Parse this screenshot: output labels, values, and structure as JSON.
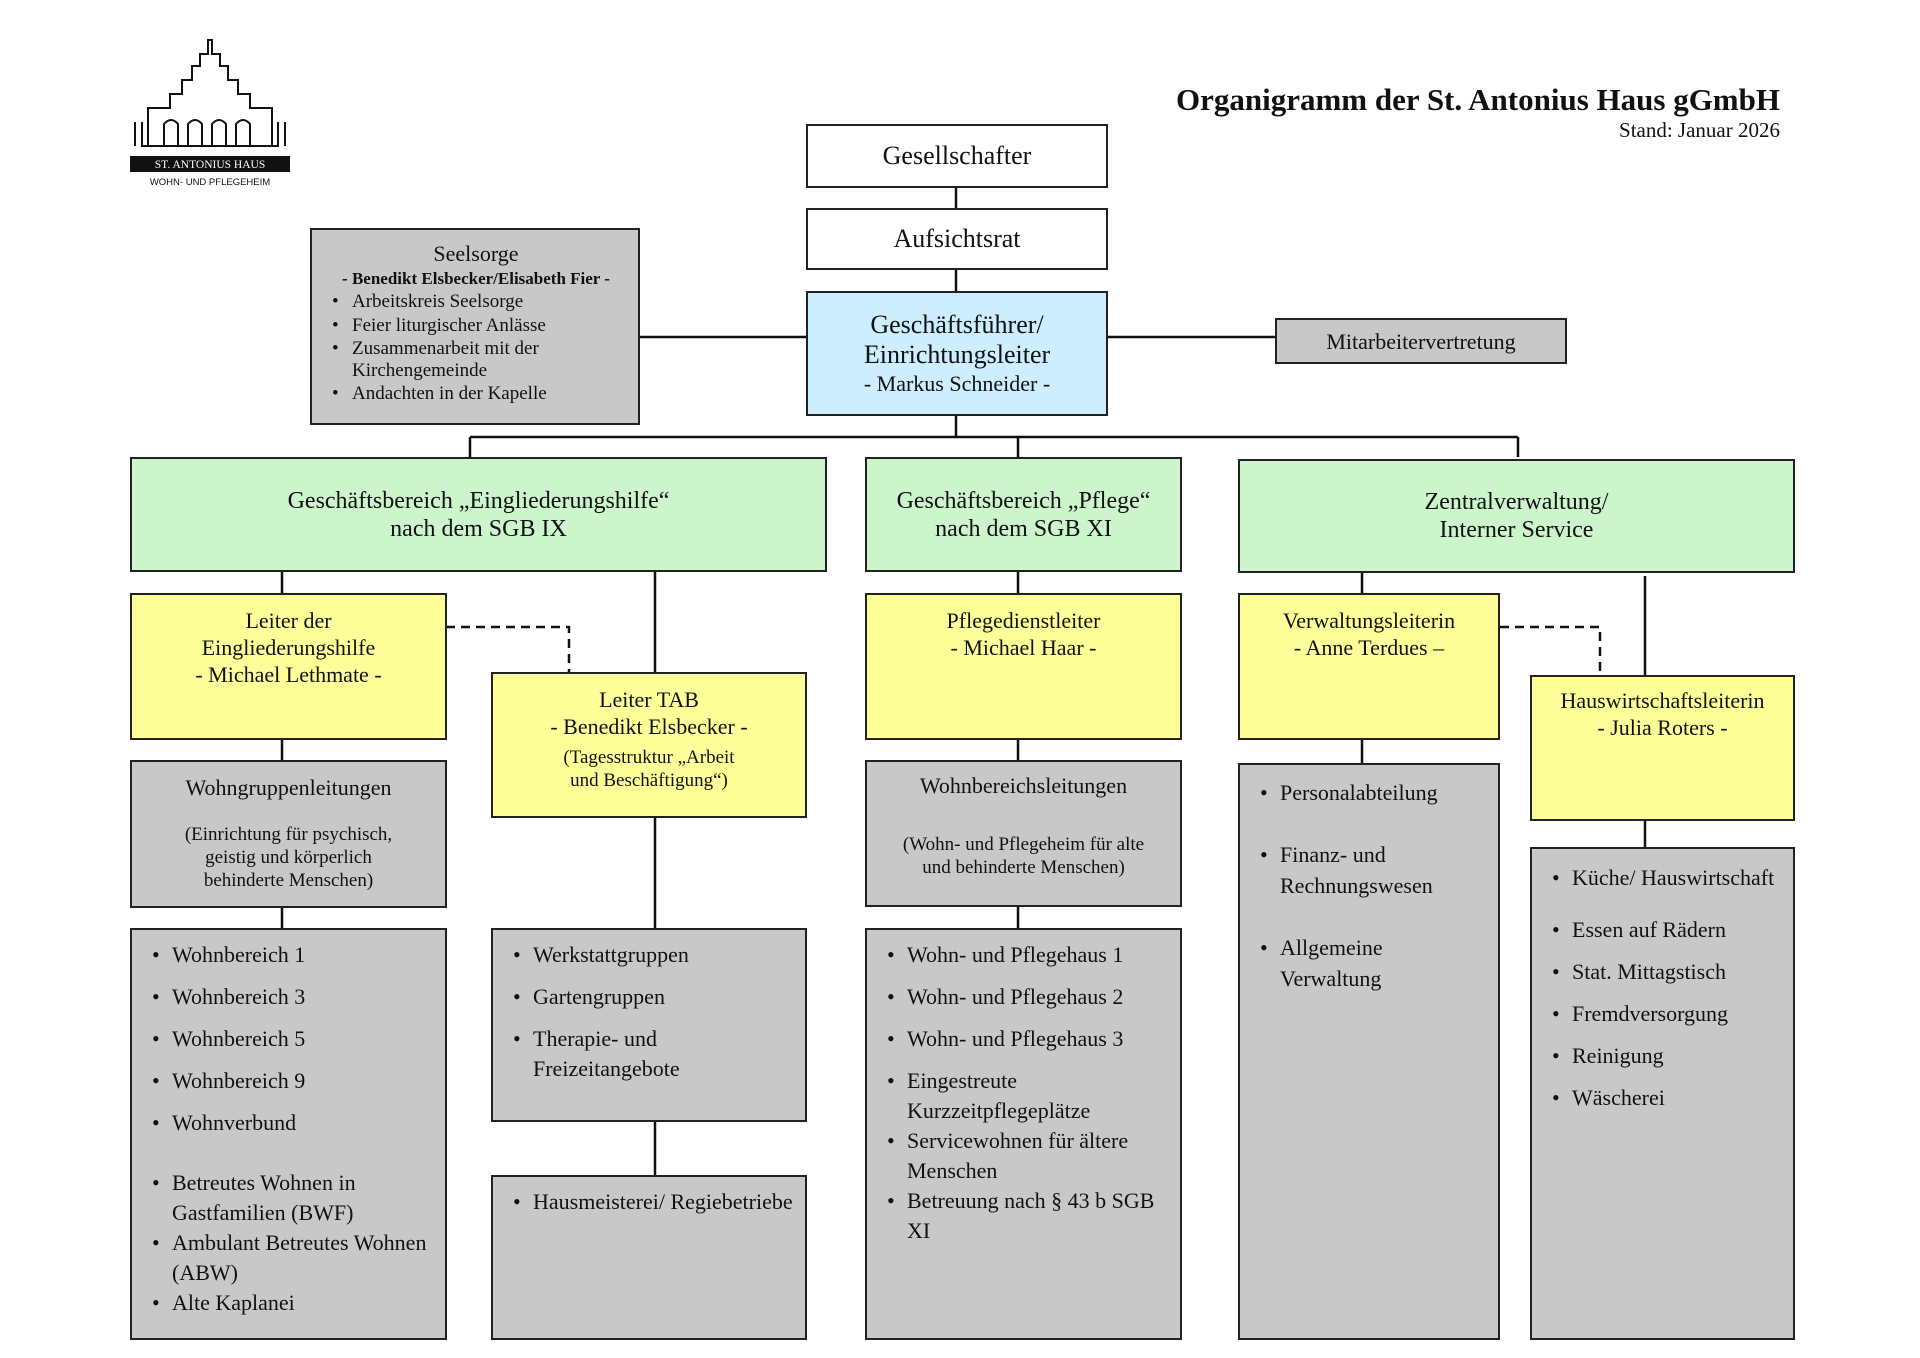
{
  "header": {
    "title": "Organigramm der St. Antonius Haus gGmbH",
    "date": "Stand: Januar 2026"
  },
  "logo": {
    "name": "ST. ANTONIUS HAUS",
    "subtitle": "WOHN- UND PFLEGEHEIM"
  },
  "gesellschafter": "Gesellschafter",
  "aufsichtsrat": "Aufsichtsrat",
  "geschaeftsfuehrer": {
    "line1": "Geschäftsführer/",
    "line2": "Einrichtungsleiter",
    "person": "- Markus Schneider -"
  },
  "mitarbeitervertretung": "Mitarbeitervertretung",
  "seelsorge": {
    "title": "Seelsorge",
    "persons": "- Benedikt Elsbecker/Elisabeth Fier -",
    "items": [
      "Arbeitskreis Seelsorge",
      "Feier liturgischer Anlässe",
      "Zusammenarbeit mit der Kirchengemeinde",
      "Andachten in der Kapelle"
    ]
  },
  "bereich_eingliederung": {
    "line1": "Geschäftsbereich „Eingliederungshilfe“",
    "line2": "nach dem SGB IX"
  },
  "bereich_pflege": {
    "line1": "Geschäftsbereich „Pflege“",
    "line2": "nach dem SGB XI"
  },
  "bereich_zentral": {
    "line1": "Zentralverwaltung/",
    "line2": "Interner Service"
  },
  "leiter_eingliederung": {
    "line1": "Leiter der",
    "line2": "Eingliederungshilfe",
    "person": "- Michael Lethmate -"
  },
  "leiter_tab": {
    "line1": "Leiter TAB",
    "person": "- Benedikt Elsbecker -",
    "note1": "(Tagesstruktur „Arbeit",
    "note2": "und Beschäftigung“)"
  },
  "pflegedienstleiter": {
    "line1": "Pflegedienstleiter",
    "person": "- Michael Haar -"
  },
  "verwaltungsleiterin": {
    "line1": "Verwaltungsleiterin",
    "person": "- Anne Terdues –"
  },
  "hauswirtschaftsleiterin": {
    "line1": "Hauswirtschaftsleiterin",
    "person": "- Julia Roters -"
  },
  "wohngruppenleitungen": {
    "title": "Wohngruppenleitungen",
    "desc1": "(Einrichtung für psychisch,",
    "desc2": "geistig und körperlich",
    "desc3": "behinderte Menschen)"
  },
  "wohnbereichsleitungen": {
    "title": "Wohnbereichsleitungen",
    "desc1": "(Wohn- und Pflegeheim für alte",
    "desc2": "und behinderte Menschen)"
  },
  "verwaltung_list": [
    "Personalabteilung",
    "Finanz- und Rechnungswesen",
    "Allgemeine Verwaltung"
  ],
  "hauswirtschaft_list": [
    "Küche/ Hauswirtschaft",
    "Essen auf Rädern",
    "Stat. Mittagstisch",
    "Fremdversorgung",
    "Reinigung",
    "Wäscherei"
  ],
  "wohnbereiche_list": [
    "Wohnbereich 1",
    "Wohnbereich 3",
    "Wohnbereich 5",
    "Wohnbereich 9",
    "Wohnverbund",
    "Betreutes Wohnen in Gastfamilien (BWF)",
    "Ambulant Betreutes Wohnen (ABW)",
    "Alte Kaplanei"
  ],
  "werkstatt_list": [
    "Werkstattgruppen",
    "Gartengruppen",
    "Therapie- und Freizeitangebote"
  ],
  "hausmeister_list": [
    "Hausmeisterei/ Regiebetriebe"
  ],
  "pflegehaus_list": [
    "Wohn- und Pflegehaus 1",
    "Wohn- und Pflegehaus 2",
    "Wohn- und Pflegehaus 3",
    "Eingestreute Kurzzeitpflegeplätze",
    "Servicewohnen für ältere Menschen",
    "Betreuung nach § 43 b SGB XI"
  ]
}
